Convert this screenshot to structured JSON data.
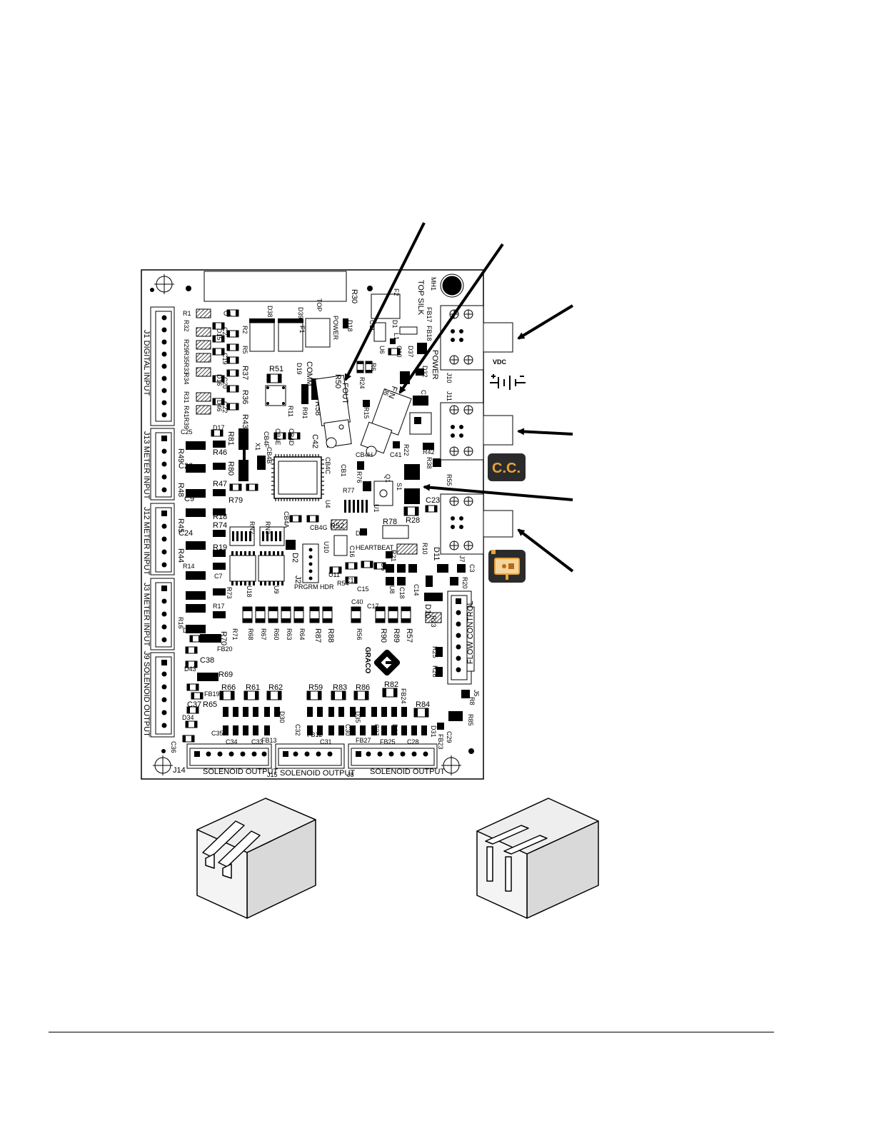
{
  "board": {
    "top_labels": {
      "top_silk": "TOP SILK",
      "mh1": "MH1",
      "r30": "R30",
      "top": "TOP",
      "f2": "F2"
    },
    "side_headers": {
      "j1": "J1 DIGITAL INPUT",
      "j13": "J13 METER INPUT",
      "j12": "J12 METER INPUT",
      "j3": "J3 METER INPUT",
      "j9": "J9 SOLENOID OUTPUT",
      "j5": "FLOW CONTROL"
    },
    "bottom_headers": {
      "j14": "J14",
      "j14_label": "SOLENOID OUTPUT",
      "j15": "J15",
      "j15_label": "SOLENOID OUTPUT",
      "j8": "J8",
      "j8_label": "SOLENOID OUTPUT"
    },
    "silk_labels": {
      "comm": "COMM",
      "power_led": "POWER",
      "power": "POWER",
      "heartbeat": "HEARTBEAT",
      "prgrm_hdr": "PRGRM HDR",
      "fout": "FOUT",
      "fin": "FIN",
      "vdc": "VDC",
      "graco": "GRACO",
      "u4": "U4",
      "u10": "U10",
      "j10": "J10",
      "j11": "J11",
      "j7": "J7",
      "j2": "J2",
      "r78": "R78",
      "r28": "R28",
      "r52": "R52",
      "r51": "R51",
      "c42": "C42",
      "r79": "R79",
      "r80": "R80",
      "r81": "R81",
      "r43": "R43",
      "r36": "R36",
      "r37": "R37",
      "c23": "C23",
      "r10": "R10",
      "d11": "D11",
      "d10": "D10",
      "u18": "U18",
      "u9": "U9",
      "r66": "R66",
      "r61": "R61",
      "r62": "R62",
      "r59": "R59",
      "r83": "R83",
      "r86": "R86",
      "r82": "R82",
      "r84": "R84",
      "r65": "R65",
      "r69": "R69",
      "c38": "C38",
      "c37": "C37",
      "c35": "C35",
      "c34": "C34",
      "c33": "C33",
      "c31": "C31",
      "c28": "C28",
      "c36": "C36",
      "r46": "R46",
      "r47": "R47",
      "r48": "R48",
      "r49": "R49",
      "r45": "R45",
      "r44": "R44",
      "r74": "R74",
      "r72": "R72",
      "r19": "R19",
      "r18": "R18",
      "r17": "R17",
      "r73": "R73",
      "r70": "R70",
      "r71": "R71",
      "c24": "C24",
      "c25": "C25",
      "c26": "C26",
      "r14": "R14",
      "r16": "R16",
      "r55": "R55",
      "r38": "R38",
      "r20": "R20",
      "r85": "R85"
    },
    "resistor_row": [
      "R68",
      "R67",
      "R60",
      "R63",
      "R64",
      "R87",
      "R88",
      "R56",
      "R90",
      "R89",
      "R57"
    ]
  },
  "badges": {
    "cc": "C.C."
  },
  "icons": [
    "arrow-icon",
    "battery-symbol-icon",
    "cc-badge-icon",
    "led-board-icon",
    "connector-latched-icon",
    "connector-unlatched-icon",
    "graco-logo-icon",
    "mounting-hole-icon"
  ],
  "colors": {
    "badge_bg": "#2b2b2b",
    "badge_text": "#e8a23c",
    "board_line": "#000000",
    "connector_side": "#d9d9d9"
  }
}
